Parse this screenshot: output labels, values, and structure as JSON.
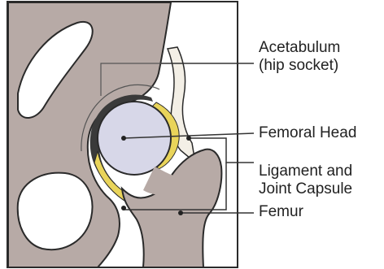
{
  "labels": [
    {
      "id": "acetabulum",
      "line1": "Acetabulum",
      "line2": "(hip socket)"
    },
    {
      "id": "femoral_head",
      "line1": "Femoral Head"
    },
    {
      "id": "ligament",
      "line1": "Ligament and",
      "line2": "Joint Capsule"
    },
    {
      "id": "femur",
      "line1": "Femur"
    }
  ],
  "colors": {
    "bone": "#b7aaa6",
    "bone_outline": "#2a2a2a",
    "socket_dark": "#3a3a3a",
    "femoral_head": "#d7d7e8",
    "cartilage": "#e9d45a",
    "capsule_cream": "#f3efe6",
    "leader_line": "#333333"
  }
}
